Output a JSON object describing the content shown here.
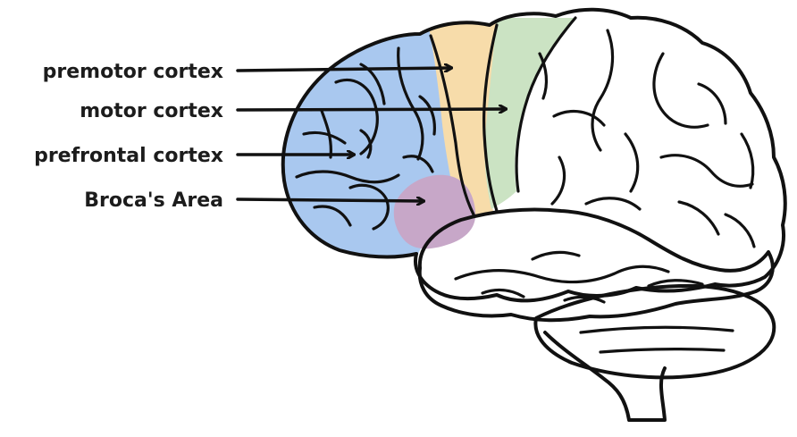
{
  "labels": {
    "premotor": "premotor cortex",
    "motor": "motor cortex",
    "prefrontal": "prefrontal cortex",
    "broca": "Broca's Area"
  },
  "colors": {
    "prefrontal_region": "#a9c8ef",
    "premotor_region": "#f7dcaa",
    "motor_region": "#cbe3c3",
    "broca_region": "#c7a7c8",
    "outline": "#111111",
    "text": "#1c1c1c"
  }
}
